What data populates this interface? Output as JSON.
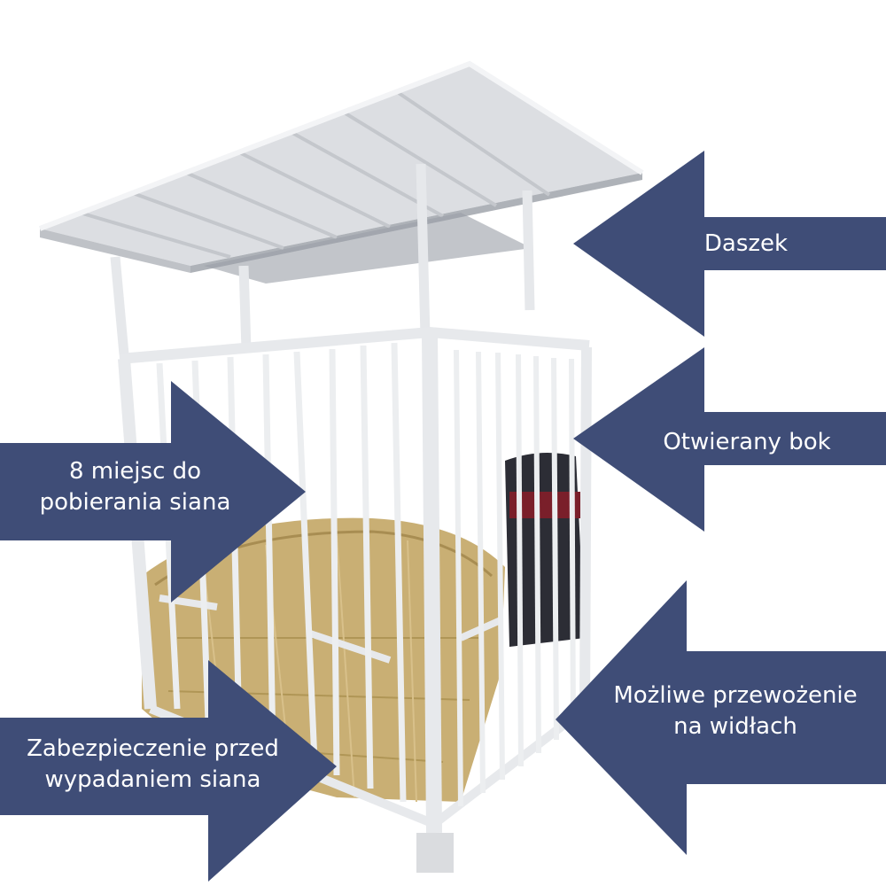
{
  "labels": {
    "roof": "Daszek",
    "opening_side": "Otwierany bok",
    "feeding_places_line1": "8 miejsc do",
    "feeding_places_line2": "pobierania siana",
    "forklift_line1": "Możliwe przewożenie",
    "forklift_line2": "na widłach",
    "hay_protection_line1": "Zabezpieczenie przed",
    "hay_protection_line2": "wypadaniem siana"
  },
  "colors": {
    "arrow": "#3f4d77",
    "label_text": "#ffffff",
    "frame": "#e9ebee",
    "roof": "#d8dade",
    "hay": "#c7ad72"
  }
}
